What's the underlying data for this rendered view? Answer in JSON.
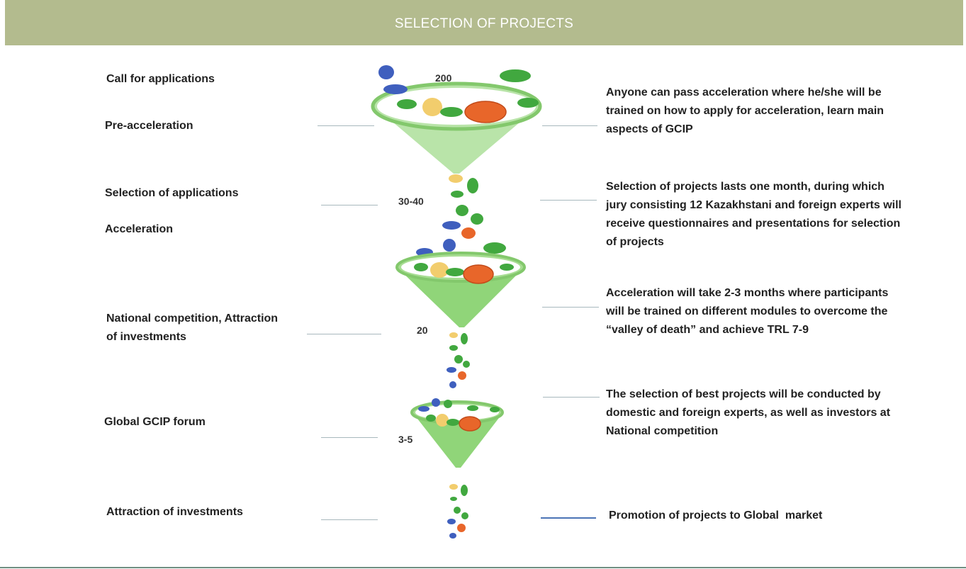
{
  "header": {
    "title": "SELECTION OF PROJECTS"
  },
  "left_labels": {
    "call": "Call for applications",
    "pre": "Pre-acceleration",
    "selection": "Selection of applications",
    "acceleration": "Acceleration",
    "national_1": "National competition, Attraction",
    "national_2": "of investments",
    "forum": "Global GCIP forum",
    "attraction": "Attraction of investments"
  },
  "counts": {
    "c1": "200",
    "c2": "30-40",
    "c3": "20",
    "c4": "3-5"
  },
  "descriptions": {
    "d1": [
      "Anyone can pass acceleration where he/she will be",
      "trained on how to apply for acceleration, learn main",
      "aspects of GCIP"
    ],
    "d2": [
      "Selection of projects lasts one month, during which",
      "jury consisting 12 Kazakhstani and foreign experts will",
      "receive questionnaires and presentations for selection",
      "of projects"
    ],
    "d3": [
      "Acceleration will take 2-3 months where participants",
      "will be trained on different modules to overcome the",
      "“valley of death” and achieve TRL 7-9"
    ],
    "d4": [
      "The selection of best projects will be conducted by",
      "domestic and foreign experts, as well as investors at",
      "National competition"
    ],
    "d5": [
      "Promotion of projects to Global  market"
    ]
  },
  "colors": {
    "header": "#b3bb8e",
    "funnel_light": "#b9e4a9",
    "funnel": "#90d579",
    "rim": "#83c86c",
    "green": "#41a83f",
    "blue": "#3f5fbe",
    "orange": "#e8662a",
    "yellow": "#f2cd6d",
    "connector": "#a8b8bd",
    "connector_blue": "#4b74b6"
  }
}
